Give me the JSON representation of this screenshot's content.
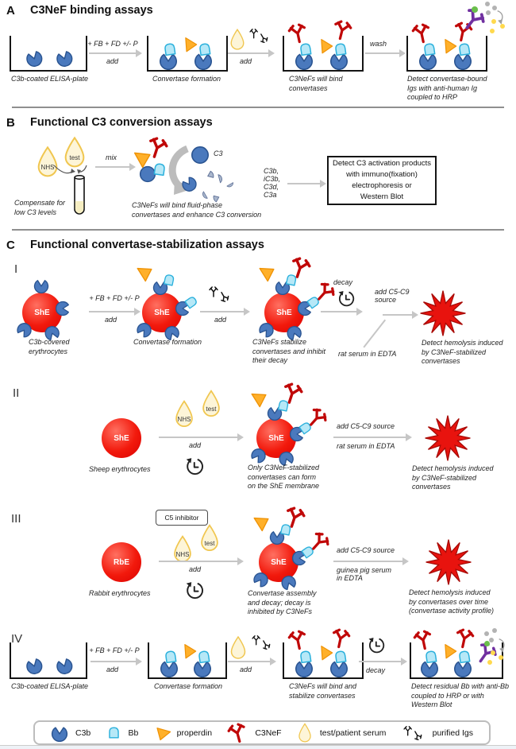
{
  "panelA": {
    "letter": "A",
    "title": "C3NeF binding assays",
    "cap1": "C3b-coated ELISA-plate",
    "arrow1_top": "+ FB + FD +/- P",
    "arrow1_bot": "add",
    "cap2": "Convertase formation",
    "arrow2_bot": "add",
    "cap3": "C3NeFs will bind\nconvertases",
    "arrow3_top": "wash",
    "cap4": "Detect convertase-bound\nIgs with anti-human Ig\ncoupled to HRP"
  },
  "panelB": {
    "letter": "B",
    "title": "Functional C3 conversion assays",
    "nhs": "NHS",
    "test": "test",
    "compensate": "Compensate for\nlow C3 levels",
    "mix": "mix",
    "complex_cap": "C3NeFs will bind fluid-phase\nconvertases and enhance C3 conversion",
    "c3": "C3",
    "fragments": "C3b,\niC3b,\nC3d,\nC3a",
    "detect": "Detect C3 activation products\nwith immuno(fixation)\nelectrophoresis or\nWestern Blot"
  },
  "panelC": {
    "letter": "C",
    "title": "Functional convertase-stabilization assays",
    "rowI": {
      "numeral": "I",
      "cell": "ShE",
      "cap1": "C3b-covered\nerythrocytes",
      "arrow1_top": "+ FB + FD +/- P",
      "arrow1_bot": "add",
      "cap2": "Convertase formation",
      "arrow2_bot": "add",
      "cap3": "C3NeFs stabilize\nconvertases and inhibit\ntheir decay",
      "decay": "decay",
      "addc5": "add C5-C9\nsource",
      "serum": "rat serum in EDTA",
      "cap4": "Detect hemolysis induced\nby C3NeF-stabilized\nconvertases"
    },
    "rowII": {
      "numeral": "II",
      "cell": "ShE",
      "cap1": "Sheep erythrocytes",
      "nhs": "NHS",
      "test": "test",
      "add": "add",
      "cap2": "Only C3NeF-stabilized\nconvertases can form\non the ShE membrane",
      "addc5": "add C5-C9 source",
      "serum": "rat serum in EDTA",
      "cap3": "Detect hemolysis induced\nby C3NeF-stabilized\nconvertases"
    },
    "rowIII": {
      "numeral": "III",
      "cell1": "RbE",
      "cell2": "ShE",
      "c5box": "C5 inhibitor",
      "cap1": "Rabbit erythrocytes",
      "nhs": "NHS",
      "test": "test",
      "add": "add",
      "cap2": "Convertase assembly\nand decay; decay is\ninhibited by C3NeFs",
      "addc5": "add C5-C9 source",
      "serum": "guinea pig serum\nin EDTA",
      "cap3": "Detect hemolysis induced\nby convertases over time\n(convertase activity profile)"
    },
    "rowIV": {
      "numeral": "IV",
      "cap1": "C3b-coated ELISA-plate",
      "arrow1_top": "+ FB + FD +/- P",
      "arrow1_bot": "add",
      "cap2": "Convertase formation",
      "arrow2_bot": "add",
      "cap3": "C3NeFs will bind and\nstabilize convertases",
      "arrow3_bot": "decay",
      "cap4": "Detect residual Bb with anti-Bb\ncoupled to HRP or with\nWestern Blot"
    }
  },
  "legend": {
    "items": [
      {
        "icon": "c3b-icon",
        "label": "C3b"
      },
      {
        "icon": "bb-icon",
        "label": "Bb"
      },
      {
        "icon": "properdin-icon",
        "label": "properdin"
      },
      {
        "icon": "c3nef-icon",
        "label": "C3NeF"
      },
      {
        "icon": "serum-icon",
        "label": "test/patient serum"
      },
      {
        "icon": "purified-igs-icon",
        "label": "purified Igs"
      }
    ]
  },
  "colors": {
    "c3b": "#4a79bd",
    "bb": "#b6e8f7",
    "properdin": "#ffb02a",
    "c3nef": "#c00808",
    "anti_ig": "#7030a0",
    "hrp": "#6abf4b",
    "erythrocyte": "#e81111",
    "starburst": "#e8130e",
    "serum_drop": "#fdf5d8"
  }
}
